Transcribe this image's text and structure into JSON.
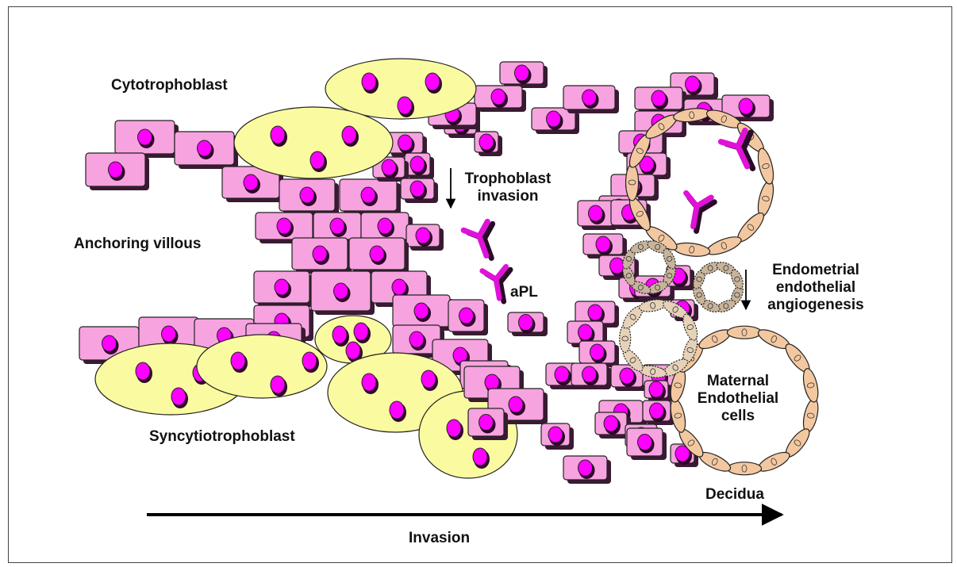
{
  "labels": {
    "cytotrophoblast": "Cytotrophoblast",
    "anchoring_villous": "Anchoring villous",
    "syncytiotrophoblast": "Syncytiotrophoblast",
    "trophoblast_invasion": "Trophoblast\ninvasion",
    "apl": "aPL",
    "endometrial_angiogenesis": "Endometrial\nendothelial\nangiogenesis",
    "maternal_endothelial_cells": "Maternal\nEndothelial\ncells",
    "decidua": "Decidua",
    "invasion": "Invasion"
  },
  "colors": {
    "cell_fill": "#f7a3df",
    "cell_shadow": "#3a1a33",
    "nucleus": "#ff00ff",
    "syncytio_fill": "#fafaa0",
    "endothelial_fill": "#f3c8a0",
    "antibody": "#e011d8"
  }
}
